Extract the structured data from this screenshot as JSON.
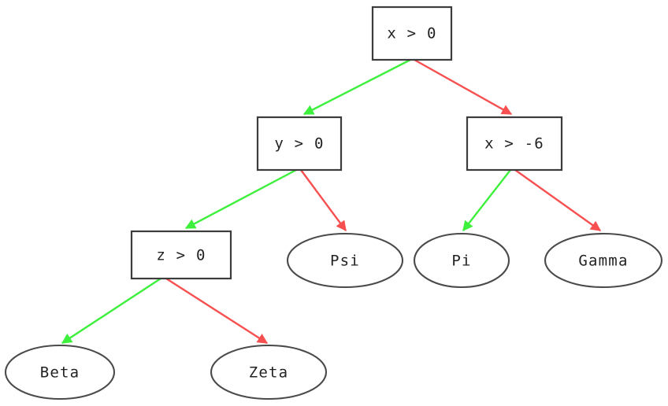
{
  "diagram": {
    "type": "decision-tree",
    "background_color": "#ffffff",
    "colors": {
      "true_edge": "#3cf03c",
      "false_edge": "#f85050",
      "box_stroke": "#3c3c3c",
      "ellipse_stroke": "#4a4a4a",
      "text": "#222222"
    },
    "decision_nodes": [
      {
        "id": "root",
        "label": "x > 0"
      },
      {
        "id": "y0",
        "label": "y > 0"
      },
      {
        "id": "xm6",
        "label": "x > -6"
      },
      {
        "id": "z0",
        "label": "z > 0"
      }
    ],
    "leaf_nodes": [
      {
        "id": "beta",
        "label": "Beta"
      },
      {
        "id": "zeta",
        "label": "Zeta"
      },
      {
        "id": "psi",
        "label": "Psi"
      },
      {
        "id": "pi",
        "label": "Pi"
      },
      {
        "id": "gamma",
        "label": "Gamma"
      }
    ],
    "edges": [
      {
        "from": "root",
        "to": "y0",
        "branch": "true"
      },
      {
        "from": "root",
        "to": "xm6",
        "branch": "false"
      },
      {
        "from": "y0",
        "to": "z0",
        "branch": "true"
      },
      {
        "from": "y0",
        "to": "psi",
        "branch": "false"
      },
      {
        "from": "xm6",
        "to": "pi",
        "branch": "true"
      },
      {
        "from": "xm6",
        "to": "gamma",
        "branch": "false"
      },
      {
        "from": "z0",
        "to": "beta",
        "branch": "true"
      },
      {
        "from": "z0",
        "to": "zeta",
        "branch": "false"
      }
    ]
  }
}
